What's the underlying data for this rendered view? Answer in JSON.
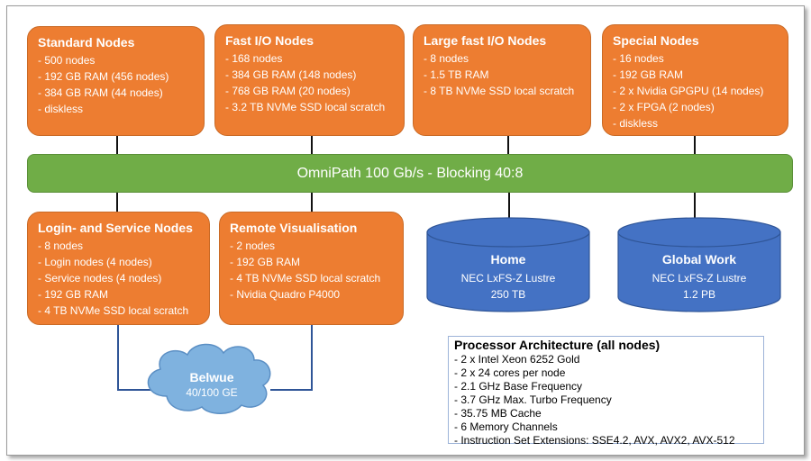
{
  "nodes": {
    "standard": {
      "title": "Standard Nodes",
      "lines": [
        "- 500 nodes",
        "- 192 GB RAM (456 nodes)",
        "- 384 GB RAM (44 nodes)",
        "- diskless"
      ]
    },
    "fast_io": {
      "title": "Fast I/O Nodes",
      "lines": [
        "- 168 nodes",
        "- 384 GB RAM (148 nodes)",
        "- 768 GB RAM (20 nodes)",
        "- 3.2 TB NVMe SSD local scratch"
      ]
    },
    "large_fast_io": {
      "title": "Large fast I/O Nodes",
      "lines": [
        "- 8 nodes",
        "- 1.5 TB RAM",
        "- 8 TB NVMe SSD local scratch"
      ]
    },
    "special": {
      "title": "Special Nodes",
      "lines": [
        "- 16 nodes",
        "- 192 GB RAM",
        "- 2 x Nvidia GPGPU (14 nodes)",
        "- 2 x FPGA (2 nodes)",
        "- diskless"
      ]
    },
    "login": {
      "title": "Login- and Service Nodes",
      "lines": [
        "- 8 nodes",
        "- Login nodes (4 nodes)",
        "- Service nodes (4 nodes)",
        "- 192 GB RAM",
        "- 4 TB NVMe SSD local scratch"
      ]
    },
    "remote_vis": {
      "title": "Remote Visualisation",
      "lines": [
        "- 2 nodes",
        "- 192 GB RAM",
        "- 4 TB NVMe SSD local scratch",
        "- Nvidia Quadro P4000"
      ]
    }
  },
  "network": {
    "label": "OmniPath 100 Gb/s - Blocking 40:8"
  },
  "storage": {
    "home": {
      "title": "Home",
      "system": "NEC LxFS-Z Lustre",
      "capacity": "250 TB"
    },
    "work": {
      "title": "Global Work",
      "system": "NEC LxFS-Z Lustre",
      "capacity": "1.2 PB"
    }
  },
  "uplink": {
    "name": "Belwue",
    "speed": "40/100 GE"
  },
  "processor": {
    "title": "Processor Architecture (all nodes)",
    "lines": [
      "- 2 x Intel Xeon 6252 Gold",
      "- 2 x 24 cores per node",
      "- 2.1 GHz Base Frequency",
      "- 3.7 GHz Max. Turbo Frequency",
      "- 35.75 MB Cache",
      "- 6 Memory Channels",
      "- Instruction Set Extensions: SSE4.2, AVX, AVX2, AVX-512"
    ]
  },
  "colors": {
    "node": "#ed7d31",
    "network": "#70ad47",
    "storage": "#4472c4",
    "cloud": "#7fb2df",
    "link": "#2f5597"
  }
}
